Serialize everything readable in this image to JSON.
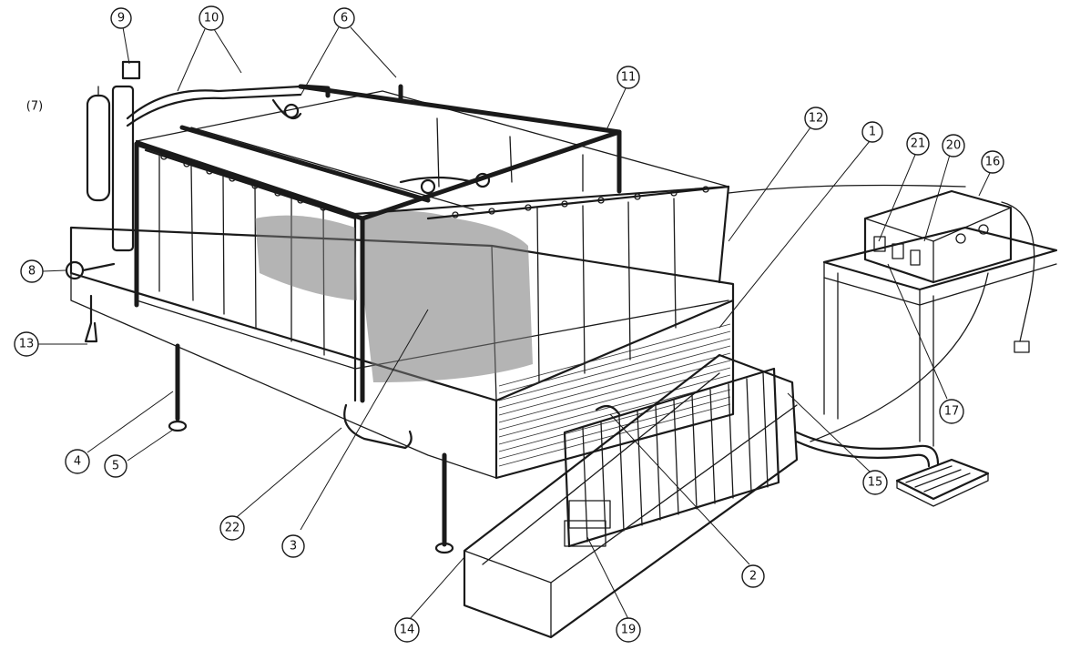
{
  "callouts": [
    {
      "id": "c1",
      "label": "1"
    },
    {
      "id": "c2",
      "label": "2"
    },
    {
      "id": "c3",
      "label": "3"
    },
    {
      "id": "c4",
      "label": "4"
    },
    {
      "id": "c5",
      "label": "5"
    },
    {
      "id": "c6",
      "label": "6"
    },
    {
      "id": "c7",
      "label": "(7)"
    },
    {
      "id": "c8",
      "label": "8"
    },
    {
      "id": "c9",
      "label": "9"
    },
    {
      "id": "c10",
      "label": "10"
    },
    {
      "id": "c11",
      "label": "11"
    },
    {
      "id": "c12",
      "label": "12"
    },
    {
      "id": "c13",
      "label": "13"
    },
    {
      "id": "c14",
      "label": "14"
    },
    {
      "id": "c15",
      "label": "15"
    },
    {
      "id": "c16",
      "label": "16"
    },
    {
      "id": "c17",
      "label": "17"
    },
    {
      "id": "c19",
      "label": "19"
    },
    {
      "id": "c20",
      "label": "20"
    },
    {
      "id": "c21",
      "label": "21"
    },
    {
      "id": "c22",
      "label": "22"
    }
  ]
}
